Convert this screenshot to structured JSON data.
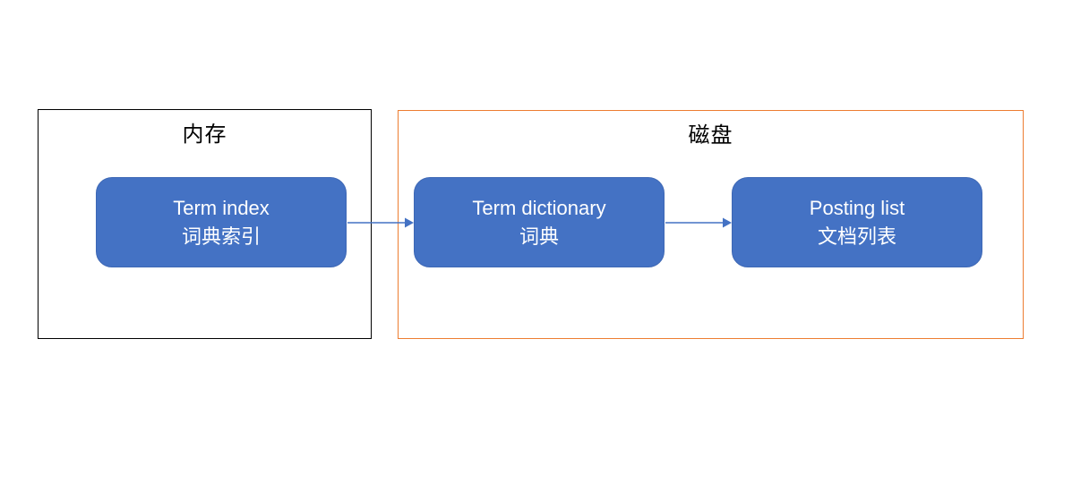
{
  "diagram": {
    "title": "inverted-index-storage-architecture",
    "colors": {
      "node_fill": "#4472C4",
      "node_border": "#3E68B5",
      "node_text": "#FFFFFF",
      "arrow": "#4472C4",
      "memory_border": "#000000",
      "disk_border": "#ED7D31",
      "background": "#FFFFFF"
    },
    "containers": [
      {
        "id": "memory",
        "label": "内存"
      },
      {
        "id": "disk",
        "label": "磁盘"
      }
    ],
    "nodes": [
      {
        "id": "term-index",
        "container": "memory",
        "line1": "Term index",
        "line2": "词典索引"
      },
      {
        "id": "term-dictionary",
        "container": "disk",
        "line1": "Term dictionary",
        "line2": "词典"
      },
      {
        "id": "posting-list",
        "container": "disk",
        "line1": "Posting list",
        "line2": "文档列表"
      }
    ],
    "edges": [
      {
        "from": "term-index",
        "to": "term-dictionary"
      },
      {
        "from": "term-dictionary",
        "to": "posting-list"
      }
    ]
  }
}
